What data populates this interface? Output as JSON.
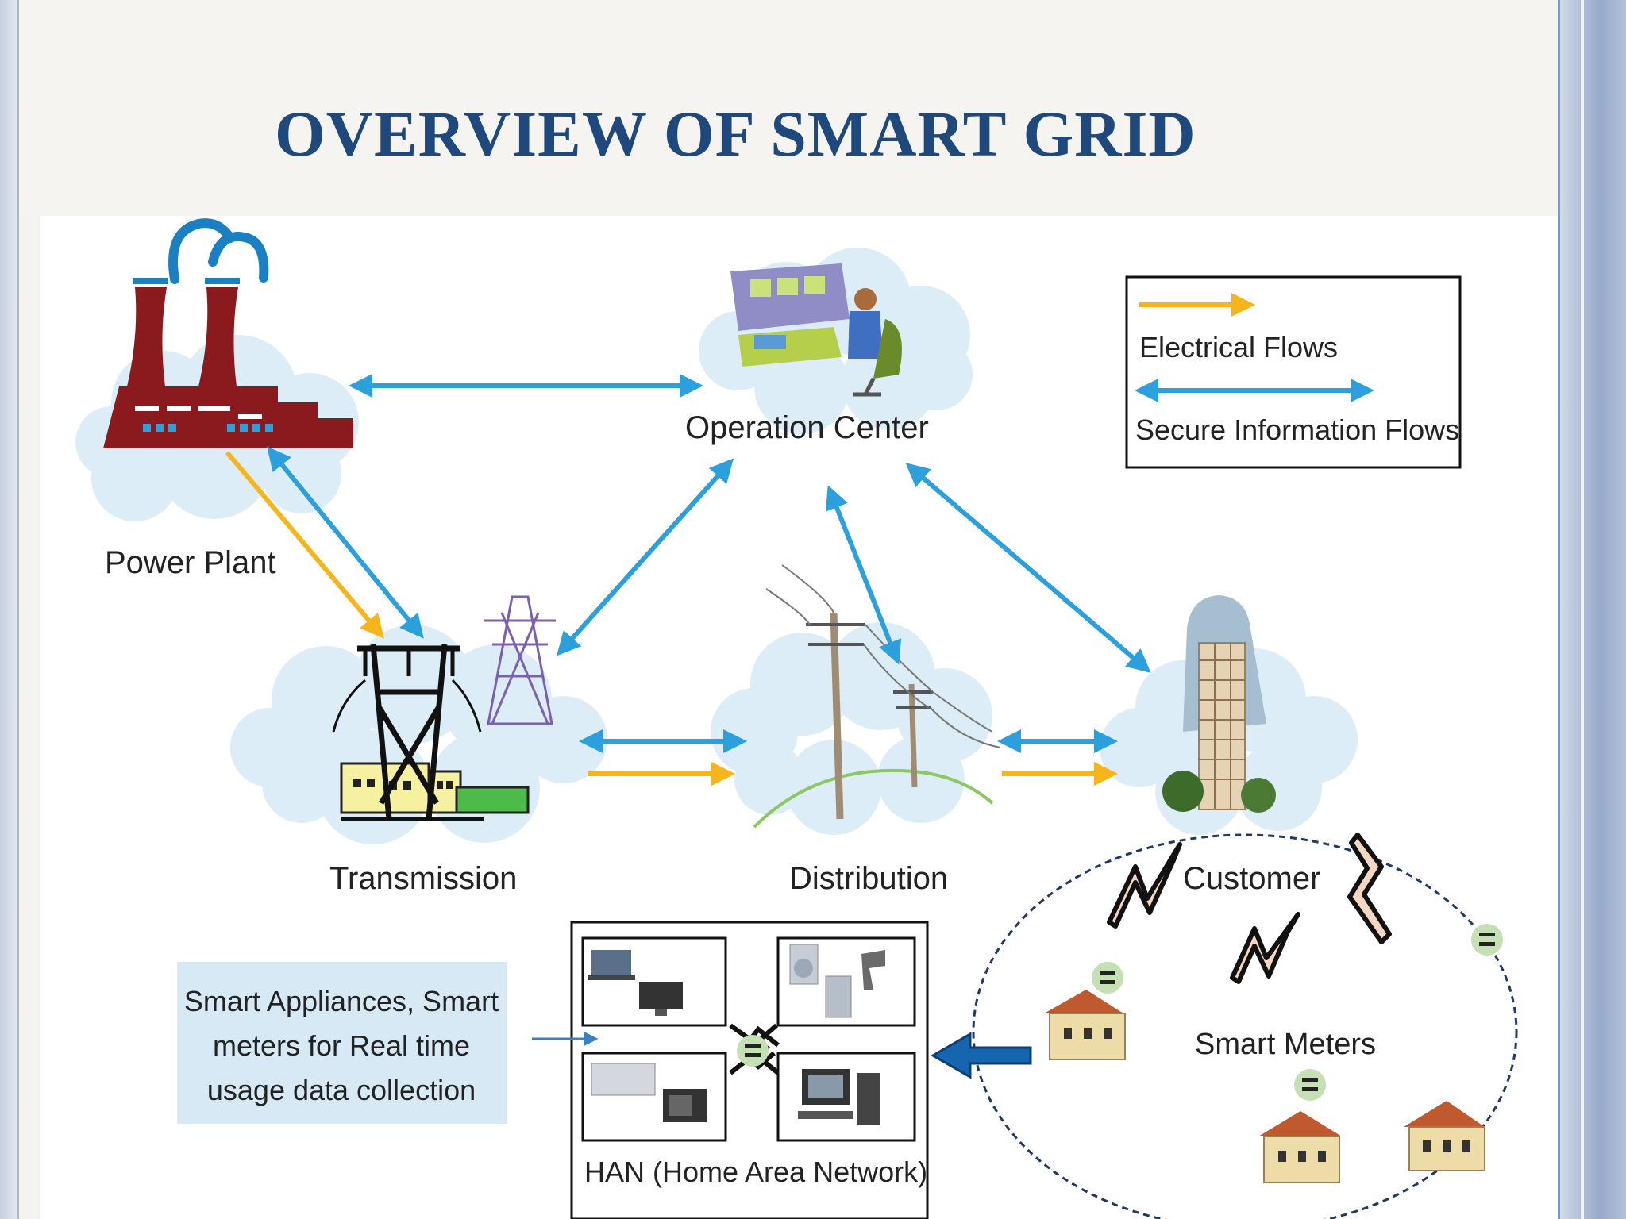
{
  "slide": {
    "title": "OVERVIEW OF SMART GRID"
  },
  "diagram": {
    "nodes": {
      "power_plant": "Power Plant",
      "operation_center": "Operation Center",
      "transmission": "Transmission",
      "distribution": "Distribution",
      "customer": "Customer",
      "smart_meters": "Smart Meters"
    },
    "han_label": "HAN (Home Area Network)",
    "callout_lines": [
      "Smart Appliances,  Smart",
      "meters for Real time",
      "usage data collection"
    ],
    "legend": {
      "electrical": "Electrical Flows",
      "information": "Secure Information Flows"
    },
    "colors": {
      "electrical_flow": "#f5b51b",
      "information_flow": "#2ba0dc",
      "cloud": "#dcedf7",
      "plant": "#8b1a1f",
      "title": "#1f497d",
      "callout_bg": "#d6e9f5",
      "han_arrow": "#1565b0"
    }
  }
}
